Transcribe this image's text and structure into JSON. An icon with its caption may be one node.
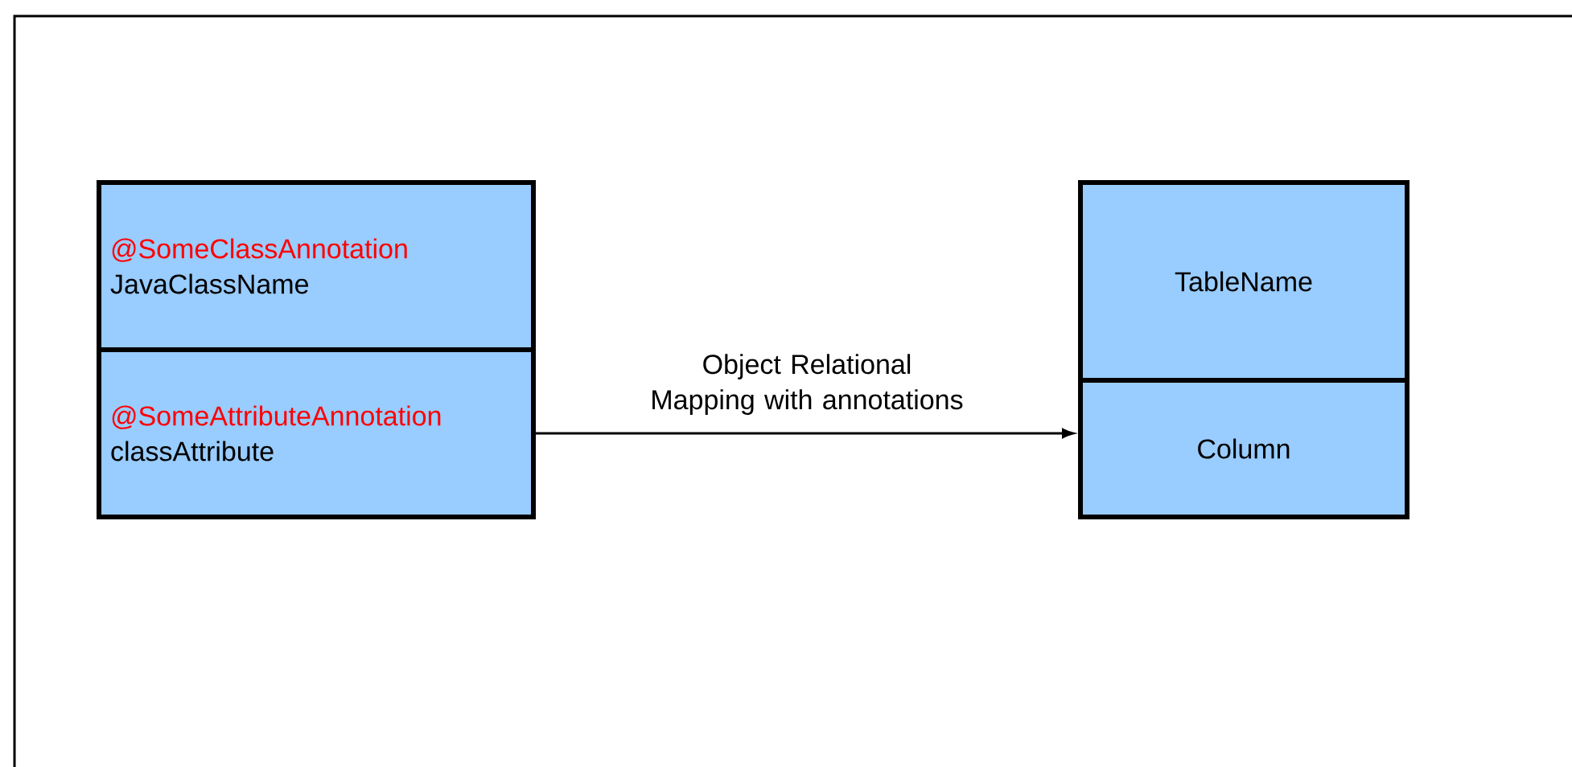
{
  "diagram": {
    "nodes": [
      {
        "text": [
          "@SomeClassAnnotation",
          "JavaClassName"
        ]
      },
      {
        "text": [
          "@SomeAttributeAnnotation",
          "classAttribute"
        ]
      },
      {
        "text": [
          "TableName"
        ]
      },
      {
        "text": [
          "Column"
        ]
      }
    ],
    "edges": [
      {
        "from": 1,
        "to": 3,
        "arrow": "to",
        "label": "Object Relational Mapping with annotations"
      }
    ]
  }
}
